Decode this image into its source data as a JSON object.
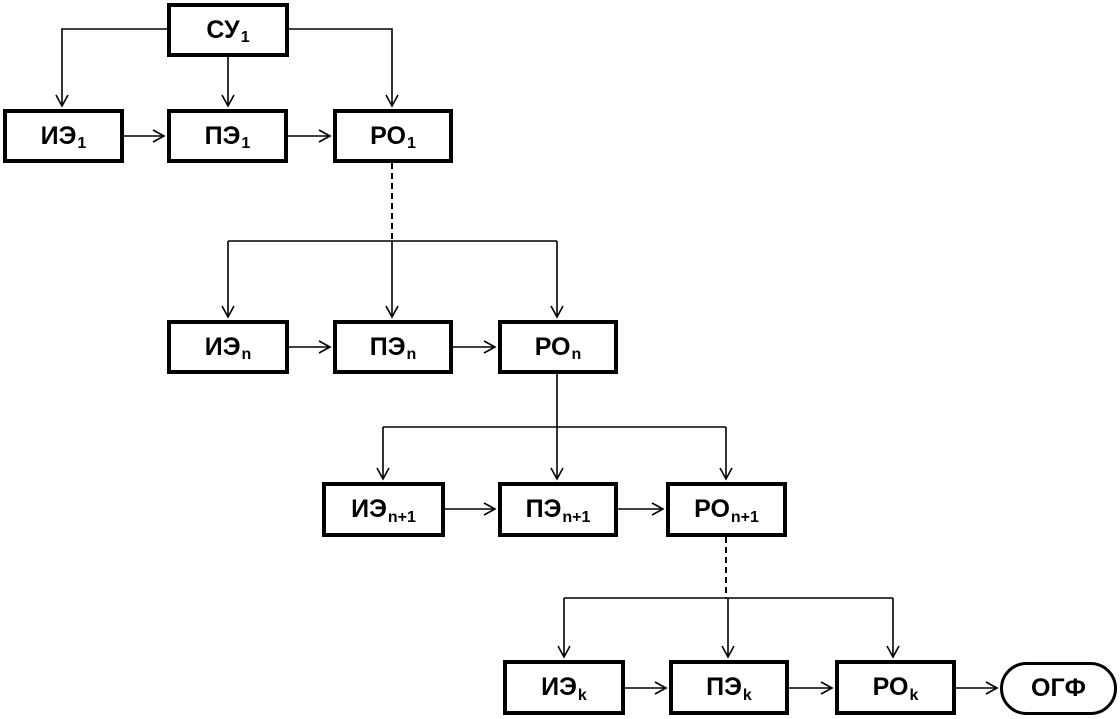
{
  "diagram": {
    "type": "block-diagram",
    "nodes": {
      "su1": {
        "main": "СУ",
        "sub": "1"
      },
      "ie1": {
        "main": "ИЭ",
        "sub": "1"
      },
      "pe1": {
        "main": "ПЭ",
        "sub": "1"
      },
      "ro1": {
        "main": "РО",
        "sub": "1"
      },
      "ien": {
        "main": "ИЭ",
        "sub": "n"
      },
      "pen": {
        "main": "ПЭ",
        "sub": "n"
      },
      "ron": {
        "main": "РО",
        "sub": "n"
      },
      "ien1": {
        "main": "ИЭ",
        "sub": "n+1"
      },
      "pen1": {
        "main": "ПЭ",
        "sub": "n+1"
      },
      "ron1": {
        "main": "РО",
        "sub": "n+1"
      },
      "iek": {
        "main": "ИЭ",
        "sub": "k"
      },
      "pek": {
        "main": "ПЭ",
        "sub": "k"
      },
      "rok": {
        "main": "РО",
        "sub": "k"
      },
      "ogf": {
        "main": "ОГФ",
        "sub": ""
      }
    },
    "edges": [
      {
        "from": "su1",
        "to": "ie1",
        "style": "solid"
      },
      {
        "from": "su1",
        "to": "pe1",
        "style": "solid"
      },
      {
        "from": "su1",
        "to": "ro1",
        "style": "solid"
      },
      {
        "from": "ie1",
        "to": "pe1",
        "style": "solid"
      },
      {
        "from": "pe1",
        "to": "ro1",
        "style": "solid"
      },
      {
        "from": "ro1",
        "to": "ien",
        "style": "dashed"
      },
      {
        "from": "ro1",
        "to": "pen",
        "style": "dashed"
      },
      {
        "from": "ro1",
        "to": "ron",
        "style": "dashed"
      },
      {
        "from": "ien",
        "to": "pen",
        "style": "solid"
      },
      {
        "from": "pen",
        "to": "ron",
        "style": "solid"
      },
      {
        "from": "ron",
        "to": "ien1",
        "style": "solid"
      },
      {
        "from": "ron",
        "to": "pen1",
        "style": "solid"
      },
      {
        "from": "ron",
        "to": "ron1",
        "style": "solid"
      },
      {
        "from": "ien1",
        "to": "pen1",
        "style": "solid"
      },
      {
        "from": "pen1",
        "to": "ron1",
        "style": "solid"
      },
      {
        "from": "ron1",
        "to": "iek",
        "style": "dashed"
      },
      {
        "from": "ron1",
        "to": "pek",
        "style": "dashed"
      },
      {
        "from": "ron1",
        "to": "rok",
        "style": "dashed"
      },
      {
        "from": "iek",
        "to": "pek",
        "style": "solid"
      },
      {
        "from": "pek",
        "to": "rok",
        "style": "solid"
      },
      {
        "from": "rok",
        "to": "ogf",
        "style": "solid"
      }
    ]
  }
}
